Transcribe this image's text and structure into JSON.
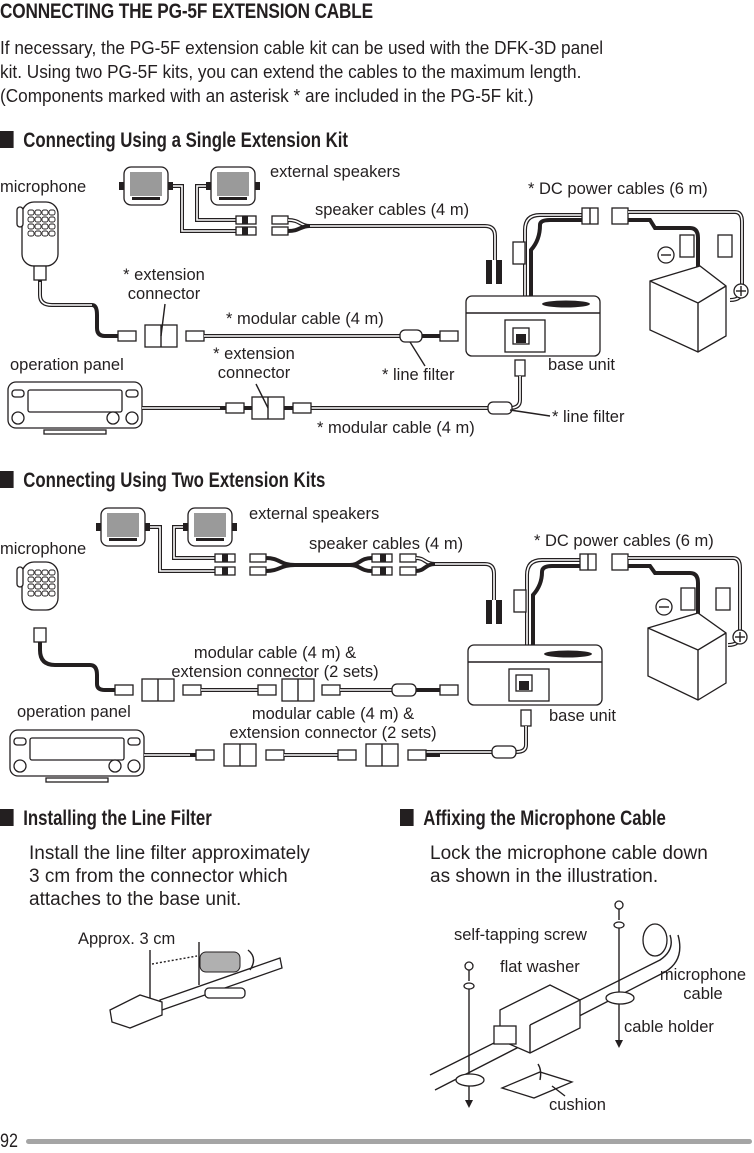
{
  "page": {
    "title": "CONNECTING THE PG-5F EXTENSION CABLE",
    "intro": [
      "If necessary, the PG-5F extension cable kit can be used with the DFK-3D panel",
      "kit.  Using two PG-5F kits, you can extend the cables to the maximum length.",
      "(Components marked with an asterisk * are included in the PG-5F kit.)"
    ],
    "page_number": "92"
  },
  "single_kit": {
    "heading": "Connecting Using a Single Extension Kit",
    "labels": {
      "microphone": "microphone",
      "external_speakers": "external speakers",
      "speaker_cables": "speaker cables (4 m)",
      "dc_power_cables": "* DC power cables (6 m)",
      "extension_connector_1a": "* extension",
      "extension_connector_1b": "connector",
      "modular_cable_1": "* modular cable (4 m)",
      "operation_panel": "operation panel",
      "extension_connector_2a": "* extension",
      "extension_connector_2b": "connector",
      "line_filter_1": "* line filter",
      "base_unit": "base unit",
      "line_filter_2": "* line filter",
      "modular_cable_2": "* modular cable (4 m)"
    }
  },
  "two_kits": {
    "heading": "Connecting Using Two Extension Kits",
    "labels": {
      "microphone": "microphone",
      "external_speakers": "external speakers",
      "speaker_cables": "speaker cables (4 m)",
      "dc_power_cables": "* DC power cables (6 m)",
      "modular_set_1a": "modular cable (4 m) &",
      "modular_set_1b": "extension connector (2 sets)",
      "operation_panel": "operation panel",
      "modular_set_2a": "modular cable (4 m) &",
      "modular_set_2b": "extension connector (2 sets)",
      "base_unit": "base unit"
    }
  },
  "line_filter": {
    "heading": "Installing the Line Filter",
    "body": [
      "Install the line filter approximately",
      "3 cm from the connector which",
      "attaches to the base unit."
    ],
    "dimension_label": "Approx. 3 cm"
  },
  "mic_cable": {
    "heading": "Affixing the Microphone Cable",
    "body": [
      "Lock the microphone cable down",
      "as shown in the illustration."
    ],
    "labels": {
      "self_tapping_screw": "self-tapping screw",
      "flat_washer": "flat washer",
      "microphone_cable_a": "microphone",
      "microphone_cable_b": "cable",
      "cable_holder": "cable holder",
      "cushion": "cushion"
    }
  }
}
